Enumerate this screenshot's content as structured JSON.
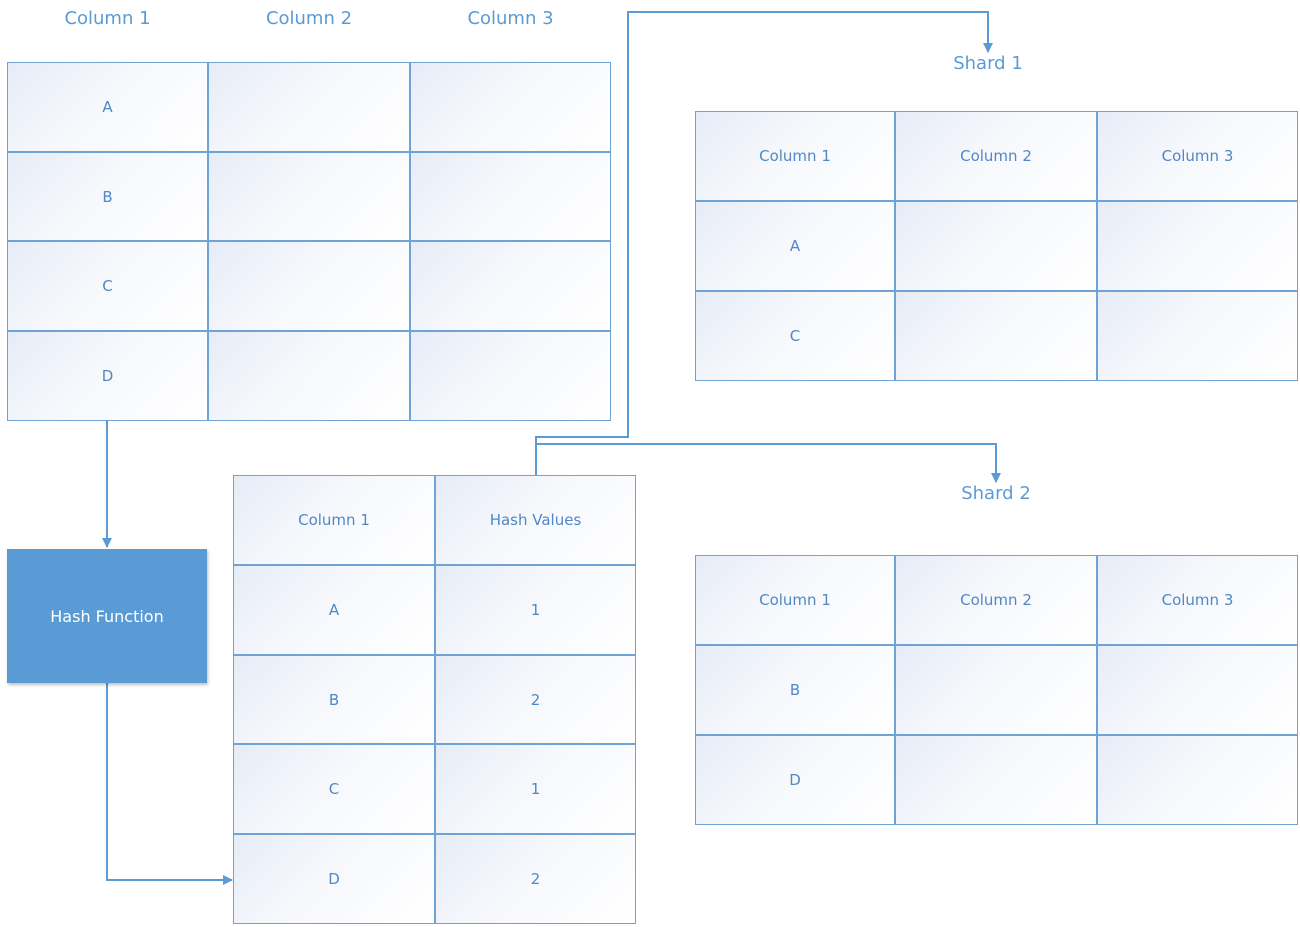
{
  "source_table": {
    "headers": [
      "Column 1",
      "Column 2",
      "Column 3"
    ],
    "rows": [
      [
        "A",
        "",
        ""
      ],
      [
        "B",
        "",
        ""
      ],
      [
        "C",
        "",
        ""
      ],
      [
        "D",
        "",
        ""
      ]
    ]
  },
  "hash_function": {
    "label": "Hash Function"
  },
  "hash_table": {
    "headers": [
      "Column 1",
      "Hash Values"
    ],
    "rows": [
      [
        "A",
        "1"
      ],
      [
        "B",
        "2"
      ],
      [
        "C",
        "1"
      ],
      [
        "D",
        "2"
      ]
    ]
  },
  "shard1": {
    "title": "Shard 1",
    "headers": [
      "Column 1",
      "Column 2",
      "Column 3"
    ],
    "rows": [
      [
        "A",
        "",
        ""
      ],
      [
        "C",
        "",
        ""
      ]
    ]
  },
  "shard2": {
    "title": "Shard 2",
    "headers": [
      "Column 1",
      "Column 2",
      "Column 3"
    ],
    "rows": [
      [
        "B",
        "",
        ""
      ],
      [
        "D",
        "",
        ""
      ]
    ]
  },
  "colors": {
    "accent": "#5b9bd5",
    "border": "#6fa3d6"
  }
}
